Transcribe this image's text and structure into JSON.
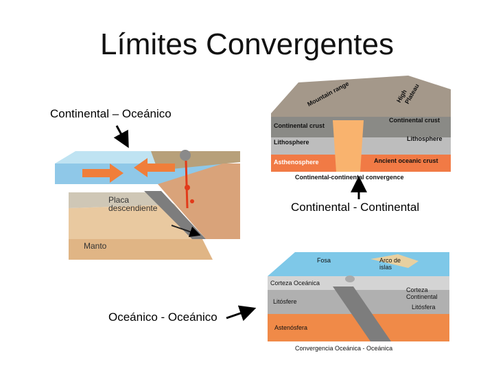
{
  "slide": {
    "title": "Límites Convergentes",
    "labels": {
      "cont_oceanic": "Continental – Oceánico",
      "cont_cont": "Continental - Continental",
      "oce_oce": "Oceánico - Oceánico"
    }
  },
  "diagram_cont_oceanic": {
    "plate_label_line1": "Placa",
    "plate_label_line2": "descendiente",
    "mantle_label": "Manto"
  },
  "diagram_cont_cont": {
    "mountain_range": "Mountain range",
    "high_plateau_1": "High",
    "high_plateau_2": "Plateau",
    "continental_crust_left": "Continental crust",
    "continental_crust_right": "Continental crust",
    "lithosphere_left": "Lithosphere",
    "lithosphere_right": "Lithosphere",
    "asthenosphere": "Asthenosphere",
    "ancient_crust": "Ancient oceanic crust",
    "caption": "Continental-continental convergence"
  },
  "diagram_oce_oce": {
    "trench": "Fosa",
    "island_arc_1": "Arco de",
    "island_arc_2": "islas",
    "oceanic_crust": "Corteza Oceánica",
    "lithosphere_left": "Litósfere",
    "continental_crust_1": "Corteza",
    "continental_crust_2": "Continental",
    "lithosphere_right": "Litósfera",
    "asthenosphere": "Astenósfera",
    "caption": "Convergencia Oceánica - Oceánica"
  }
}
